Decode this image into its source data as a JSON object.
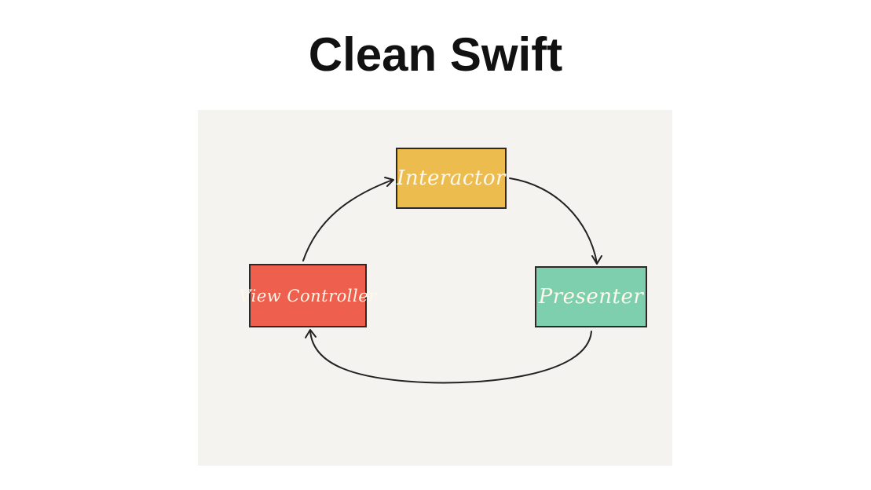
{
  "title": "Clean Swift",
  "diagram": {
    "nodes": [
      {
        "id": "interactor",
        "label": "Interactor",
        "color": "#edbc4f"
      },
      {
        "id": "view-controller",
        "label": "View Controller",
        "color": "#ef5f4e"
      },
      {
        "id": "presenter",
        "label": "Presenter",
        "color": "#7ecfae"
      }
    ],
    "edges": [
      {
        "from": "view-controller",
        "to": "interactor"
      },
      {
        "from": "interactor",
        "to": "presenter"
      },
      {
        "from": "presenter",
        "to": "view-controller"
      }
    ],
    "colors": {
      "background": "#f4f3f0",
      "stroke": "#222222",
      "label": "#fdf8ea"
    }
  }
}
